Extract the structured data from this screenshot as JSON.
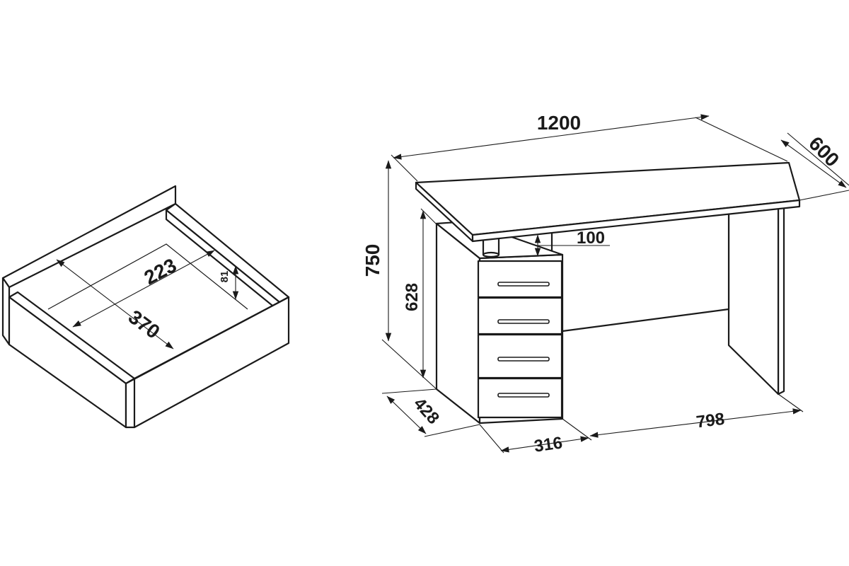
{
  "drawer": {
    "inner_length": "370",
    "inner_width": "223",
    "inner_height": "81"
  },
  "desk": {
    "width": "1200",
    "depth": "600",
    "height": "750",
    "pedestal_height": "628",
    "pedestal_depth": "428",
    "pedestal_width": "316",
    "gap_width": "798",
    "top_to_pedestal_gap": "100"
  }
}
